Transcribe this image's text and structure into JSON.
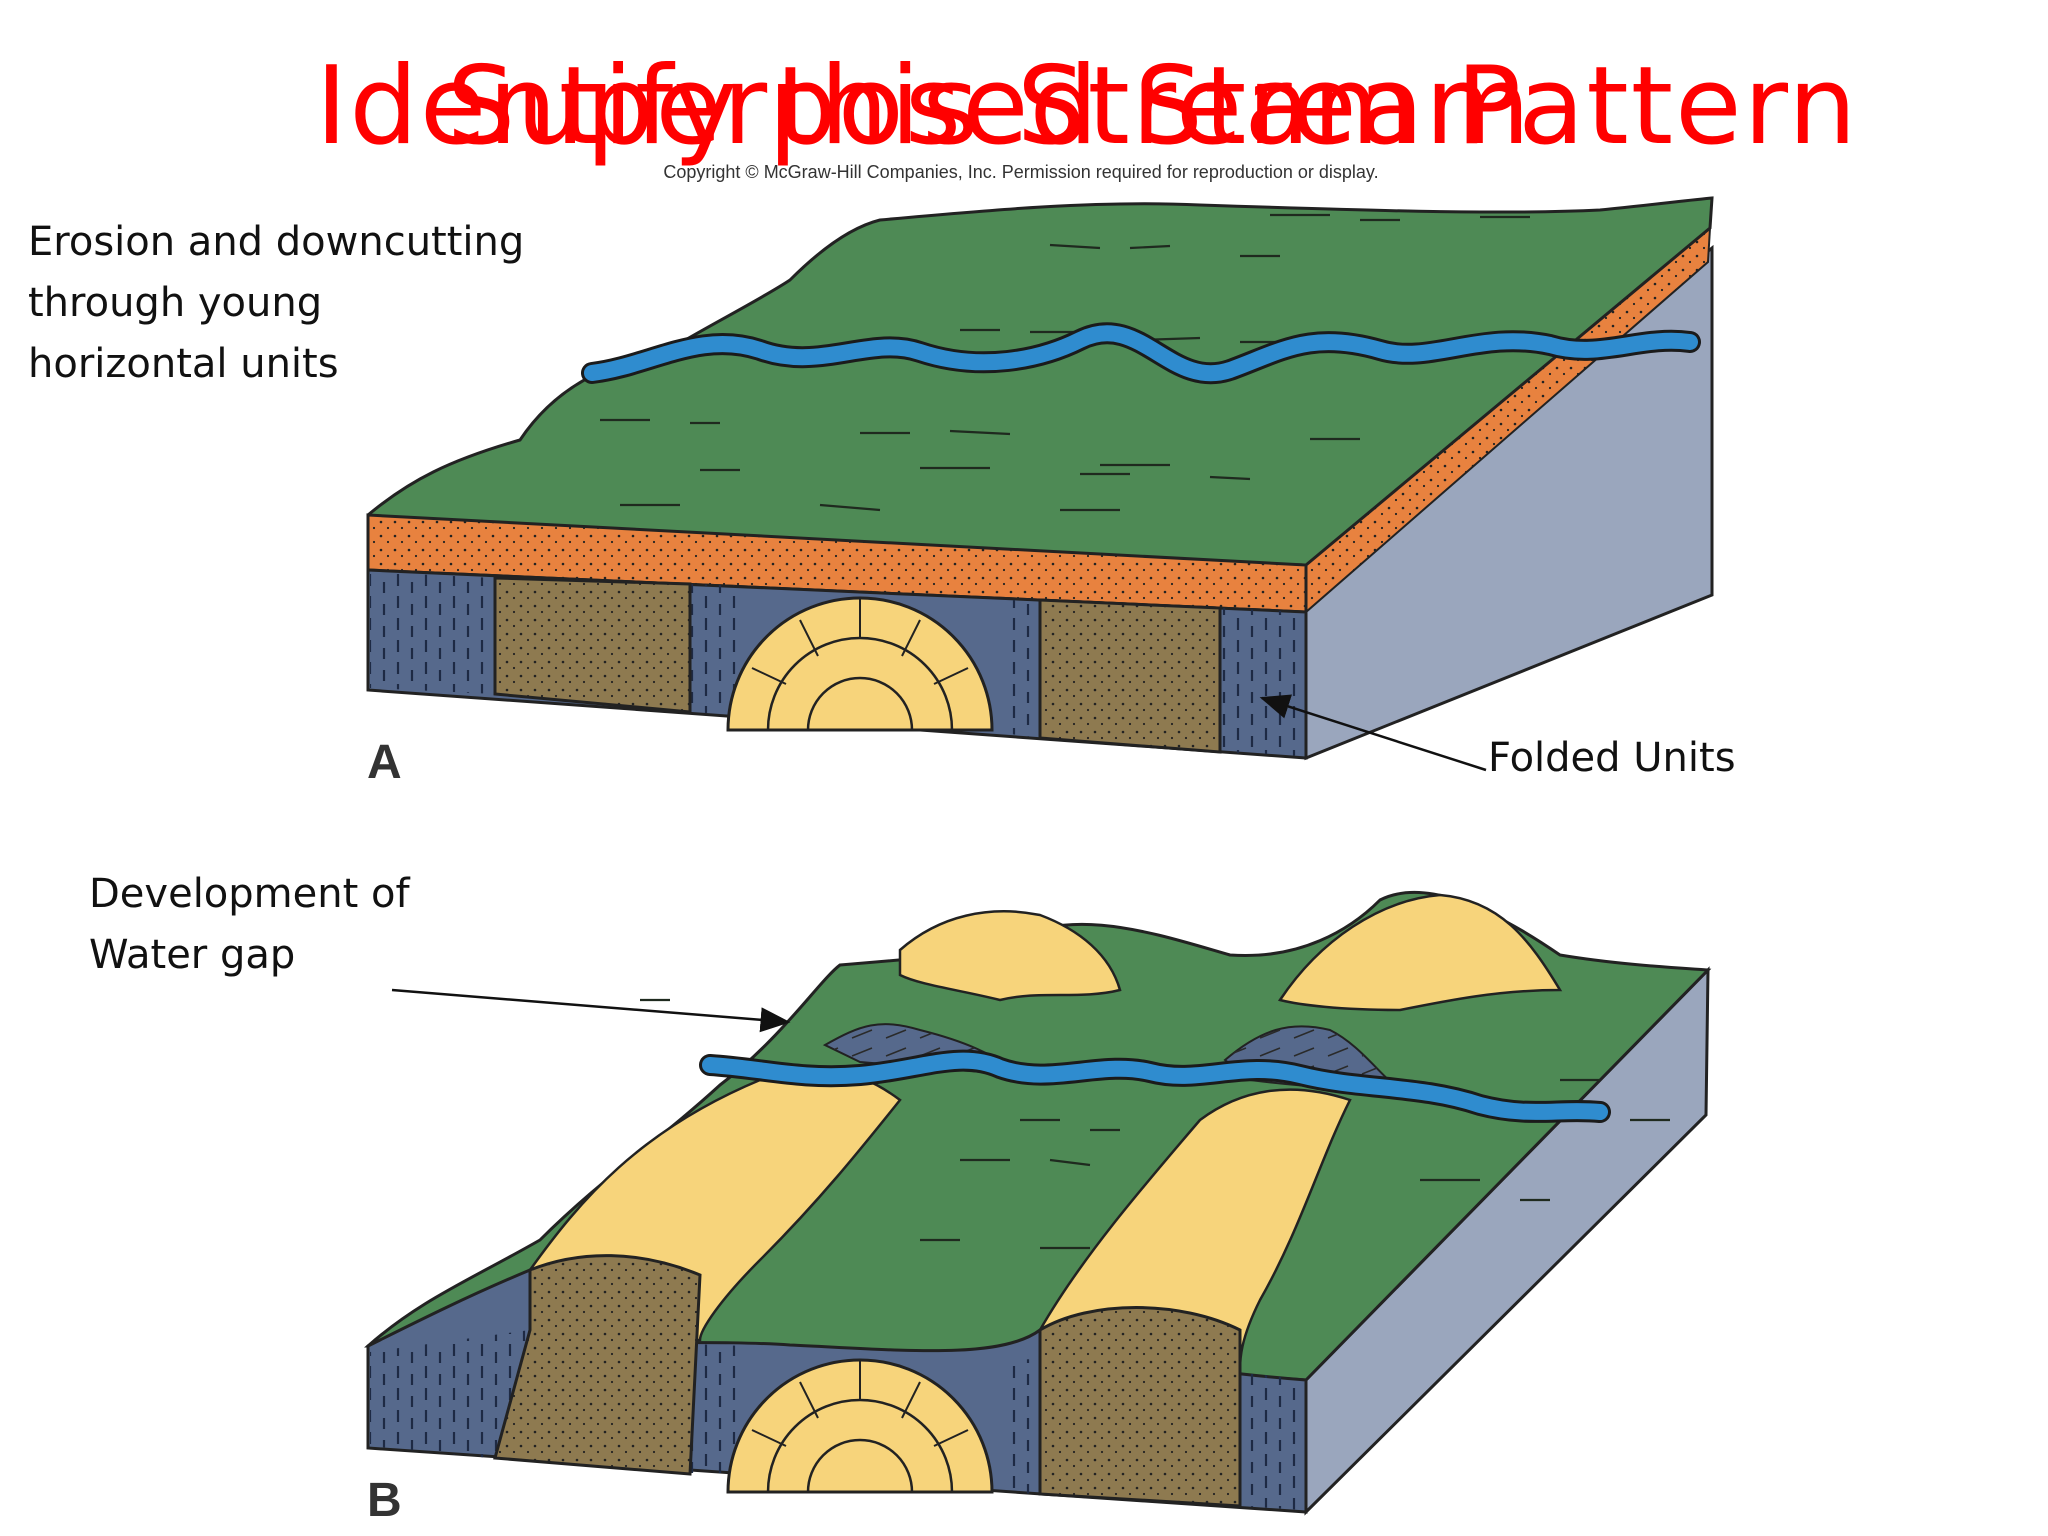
{
  "title_overlay": {
    "line_a": "Identify this Stream Pattern",
    "line_b": "Superposed Stream"
  },
  "copyright": "Copyright © McGraw-Hill Companies, Inc. Permission required for reproduction or display.",
  "labels": {
    "erosion": "Erosion and downcutting\nthrough young\nhorizontal units",
    "folded_units": "Folded Units",
    "water_gap": "Development of\nWater  gap"
  },
  "panels": {
    "a": "A",
    "b": "B"
  },
  "colors": {
    "title": "#ff0000",
    "land_green": "#4e8a55",
    "river_blue": "#2f8ccf",
    "sandstone_orange": "#e8823f",
    "ridge_yellow": "#f7d47b",
    "shale_blue_gray": "#56698c",
    "brown_unit": "#8e7a50",
    "side_gray": "#9aa6bd"
  }
}
